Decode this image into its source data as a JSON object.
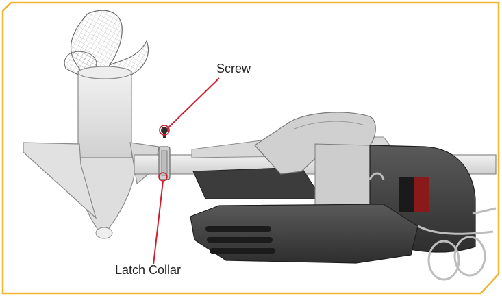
{
  "labels": {
    "screw": "Screw",
    "latch_collar": "Latch Collar"
  },
  "colors": {
    "frame": "#f2b632",
    "callout_line": "#cc1f2f",
    "part_light": "#e3e3e3",
    "part_mid": "#c9c9c9",
    "part_dark": "#3a3a3a",
    "outline": "#8a8a8a"
  },
  "icons": {
    "motor_head": "trolling-motor-head-illustration",
    "prop": "propeller-illustration",
    "lower_unit": "lower-unit-illustration"
  }
}
